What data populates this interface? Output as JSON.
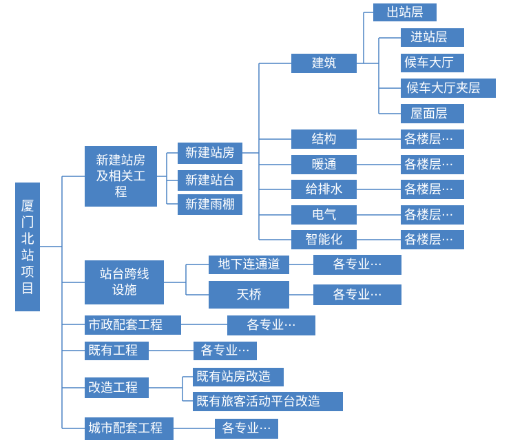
{
  "root": {
    "label": "厦门北站项目"
  },
  "l1": {
    "new_station": "新建站房及相关工程",
    "crossing": "站台跨线设施",
    "municipal": "市政配套工程",
    "existing": "既有工程",
    "renovation": "改造工程",
    "city": "城市配套工程"
  },
  "l2": {
    "building": "新建站房",
    "platform": "新建站台",
    "canopy": "新建雨棚",
    "underpass": "地下连通道",
    "bridge": "天桥",
    "existing_station": "既有站房改造",
    "existing_platform": "既有旅客活动平台改造"
  },
  "l3": {
    "architecture": "建筑",
    "structure": "结构",
    "hvac": "暖通",
    "plumbing": "给排水",
    "electrical": "电气",
    "intelligent": "智能化"
  },
  "l4": {
    "exit_level": "出站层",
    "entry_level": "进站层",
    "waiting_hall": "候车大厅",
    "waiting_mezzanine": "候车大厅夹层",
    "roof": "屋面层",
    "each_floor": "各楼层···",
    "each_discipline": "各专业···"
  },
  "colors": {
    "box_fill": "#4a82c3",
    "box_text": "#ffffff",
    "connector": "#4a82c3"
  }
}
